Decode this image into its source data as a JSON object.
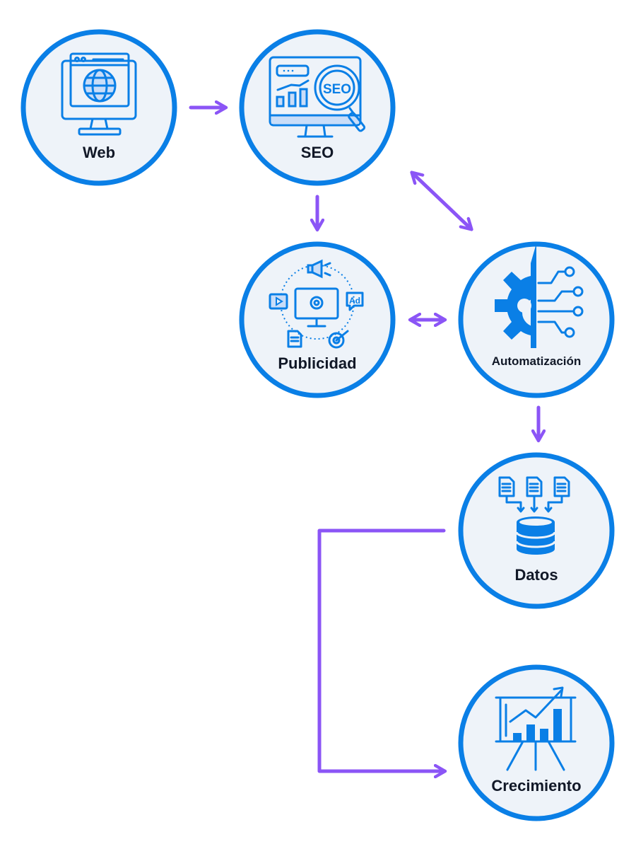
{
  "colors": {
    "ring": "#0A7FE6",
    "fill": "#EEF3F9",
    "arrow": "#8B55F6",
    "label": "#111827"
  },
  "nodes": {
    "web": {
      "label": "Web",
      "icon": "monitor-globe-icon"
    },
    "seo": {
      "label": "SEO",
      "icon": "seo-monitor-magnifier-icon",
      "icon_text": "SEO"
    },
    "publicidad": {
      "label": "Publicidad",
      "icon": "advertising-cycle-icon",
      "icon_text": "Ad"
    },
    "automatizacion": {
      "label": "Automatización",
      "icon": "gear-circuit-icon"
    },
    "datos": {
      "label": "Datos",
      "icon": "documents-database-icon"
    },
    "crecimiento": {
      "label": "Crecimiento",
      "icon": "growth-chart-board-icon"
    }
  },
  "edges": [
    {
      "from": "Web",
      "to": "SEO",
      "direction": "forward"
    },
    {
      "from": "SEO",
      "to": "Publicidad",
      "direction": "forward"
    },
    {
      "from": "SEO",
      "to": "Automatización",
      "direction": "both"
    },
    {
      "from": "Publicidad",
      "to": "Automatización",
      "direction": "both"
    },
    {
      "from": "Automatización",
      "to": "Datos",
      "direction": "forward"
    },
    {
      "from": "Datos",
      "to": "Crecimiento",
      "direction": "forward"
    }
  ]
}
